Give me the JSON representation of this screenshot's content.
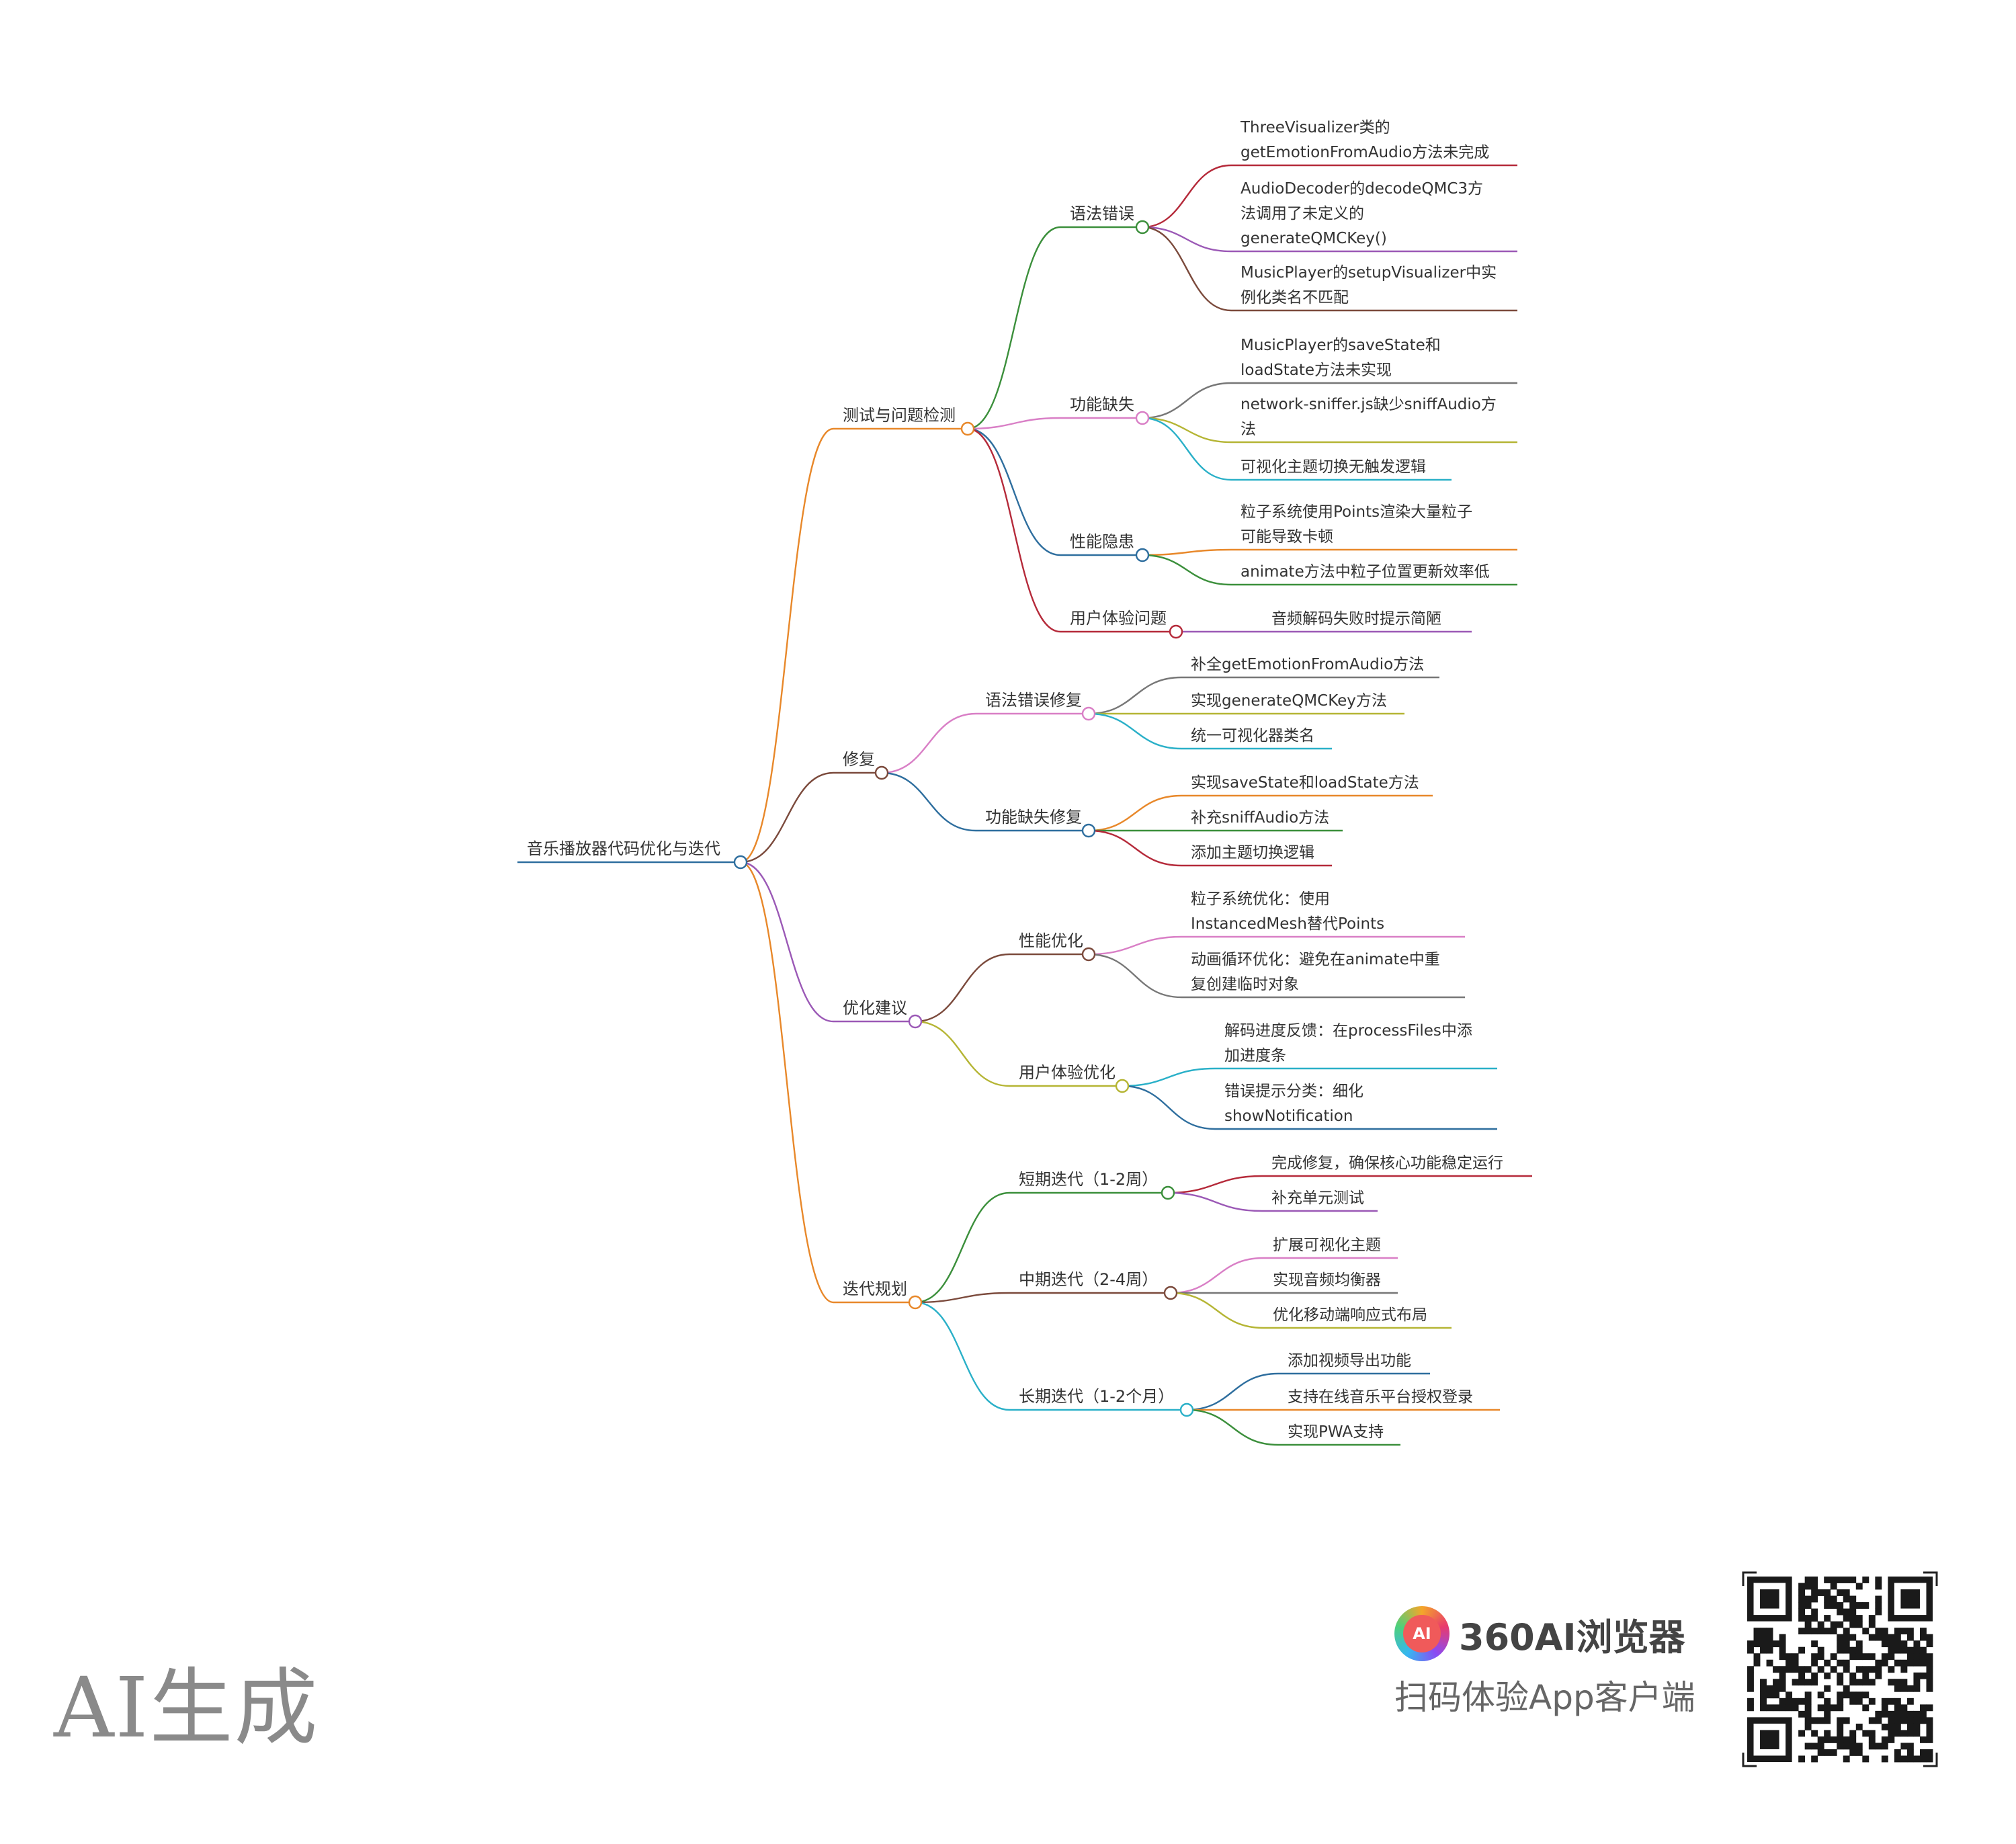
{
  "diagram": {
    "root": {
      "label": "音乐播放器代码优化与迭代",
      "color": "#2e6e9e",
      "children": [
        {
          "label": "测试与问题检测",
          "color": "#e8882a",
          "children": [
            {
              "label": "语法错误",
              "color": "#3b8f3b",
              "children": [
                {
                  "label": [
                    "ThreeVisualizer类的",
                    "getEmotionFromAudio方法未完成"
                  ],
                  "color": "#b52a3a"
                },
                {
                  "label": [
                    "AudioDecoder的decodeQMC3方",
                    "法调用了未定义的",
                    "generateQMCKey()"
                  ],
                  "color": "#9b59b6"
                },
                {
                  "label": [
                    "MusicPlayer的setupVisualizer中实",
                    "例化类名不匹配"
                  ],
                  "color": "#7b4a3c"
                }
              ]
            },
            {
              "label": "功能缺失",
              "color": "#d97fc6",
              "children": [
                {
                  "label": [
                    "MusicPlayer的saveState和",
                    "loadState方法未实现"
                  ],
                  "color": "#777777"
                },
                {
                  "label": [
                    "network-sniffer.js缺少sniffAudio方",
                    "法"
                  ],
                  "color": "#b5b534"
                },
                {
                  "label": [
                    "可视化主题切换无触发逻辑"
                  ],
                  "color": "#2ab0c8"
                }
              ]
            },
            {
              "label": "性能隐患",
              "color": "#2e6e9e",
              "children": [
                {
                  "label": [
                    "粒子系统使用Points渲染大量粒子",
                    "可能导致卡顿"
                  ],
                  "color": "#e8882a"
                },
                {
                  "label": [
                    "animate方法中粒子位置更新效率低"
                  ],
                  "color": "#3b8f3b"
                }
              ]
            },
            {
              "label": "用户体验问题",
              "color": "#b52a3a",
              "children": [
                {
                  "label": [
                    "音频解码失败时提示简陋"
                  ],
                  "color": "#9b59b6"
                }
              ]
            }
          ]
        },
        {
          "label": "修复",
          "color": "#7b4a3c",
          "children": [
            {
              "label": "语法错误修复",
              "color": "#d97fc6",
              "children": [
                {
                  "label": [
                    "补全getEmotionFromAudio方法"
                  ],
                  "color": "#777777"
                },
                {
                  "label": [
                    "实现generateQMCKey方法"
                  ],
                  "color": "#b5b534"
                },
                {
                  "label": [
                    "统一可视化器类名"
                  ],
                  "color": "#2ab0c8"
                }
              ]
            },
            {
              "label": "功能缺失修复",
              "color": "#2e6e9e",
              "children": [
                {
                  "label": [
                    "实现saveState和loadState方法"
                  ],
                  "color": "#e8882a"
                },
                {
                  "label": [
                    "补充sniffAudio方法"
                  ],
                  "color": "#3b8f3b"
                },
                {
                  "label": [
                    "添加主题切换逻辑"
                  ],
                  "color": "#b52a3a"
                }
              ]
            }
          ]
        },
        {
          "label": "优化建议",
          "color": "#9b59b6",
          "children": [
            {
              "label": "性能优化",
              "color": "#7b4a3c",
              "children": [
                {
                  "label": [
                    "粒子系统优化：使用",
                    "InstancedMesh替代Points"
                  ],
                  "color": "#d97fc6"
                },
                {
                  "label": [
                    "动画循环优化：避免在animate中重",
                    "复创建临时对象"
                  ],
                  "color": "#777777"
                }
              ]
            },
            {
              "label": "用户体验优化",
              "color": "#b5b534",
              "children": [
                {
                  "label": [
                    "解码进度反馈：在processFiles中添",
                    "加进度条"
                  ],
                  "color": "#2ab0c8"
                },
                {
                  "label": [
                    "错误提示分类：细化",
                    "showNotification"
                  ],
                  "color": "#2e6e9e"
                }
              ]
            }
          ]
        },
        {
          "label": "迭代规划",
          "color": "#e8882a",
          "children": [
            {
              "label": "短期迭代（1-2周）",
              "color": "#3b8f3b",
              "children": [
                {
                  "label": [
                    "完成修复，确保核心功能稳定运行"
                  ],
                  "color": "#b52a3a"
                },
                {
                  "label": [
                    "补充单元测试"
                  ],
                  "color": "#9b59b6"
                }
              ]
            },
            {
              "label": "中期迭代（2-4周）",
              "color": "#7b4a3c",
              "children": [
                {
                  "label": [
                    "扩展可视化主题"
                  ],
                  "color": "#d97fc6"
                },
                {
                  "label": [
                    "实现音频均衡器"
                  ],
                  "color": "#777777"
                },
                {
                  "label": [
                    "优化移动端响应式布局"
                  ],
                  "color": "#b5b534"
                }
              ]
            },
            {
              "label": "长期迭代（1-2个月）",
              "color": "#2ab0c8",
              "children": [
                {
                  "label": [
                    "添加视频导出功能"
                  ],
                  "color": "#2e6e9e"
                },
                {
                  "label": [
                    "支持在线音乐平台授权登录"
                  ],
                  "color": "#e8882a"
                },
                {
                  "label": [
                    "实现PWA支持"
                  ],
                  "color": "#3b8f3b"
                }
              ]
            }
          ]
        }
      ]
    }
  },
  "watermark": {
    "text": "AI生成"
  },
  "brand": {
    "logo_icon": "360-ai-logo",
    "logo_text": "AI",
    "name": "360AI浏览器",
    "subtitle": "扫码体验App客户端",
    "qr_icon": "qr-code"
  }
}
